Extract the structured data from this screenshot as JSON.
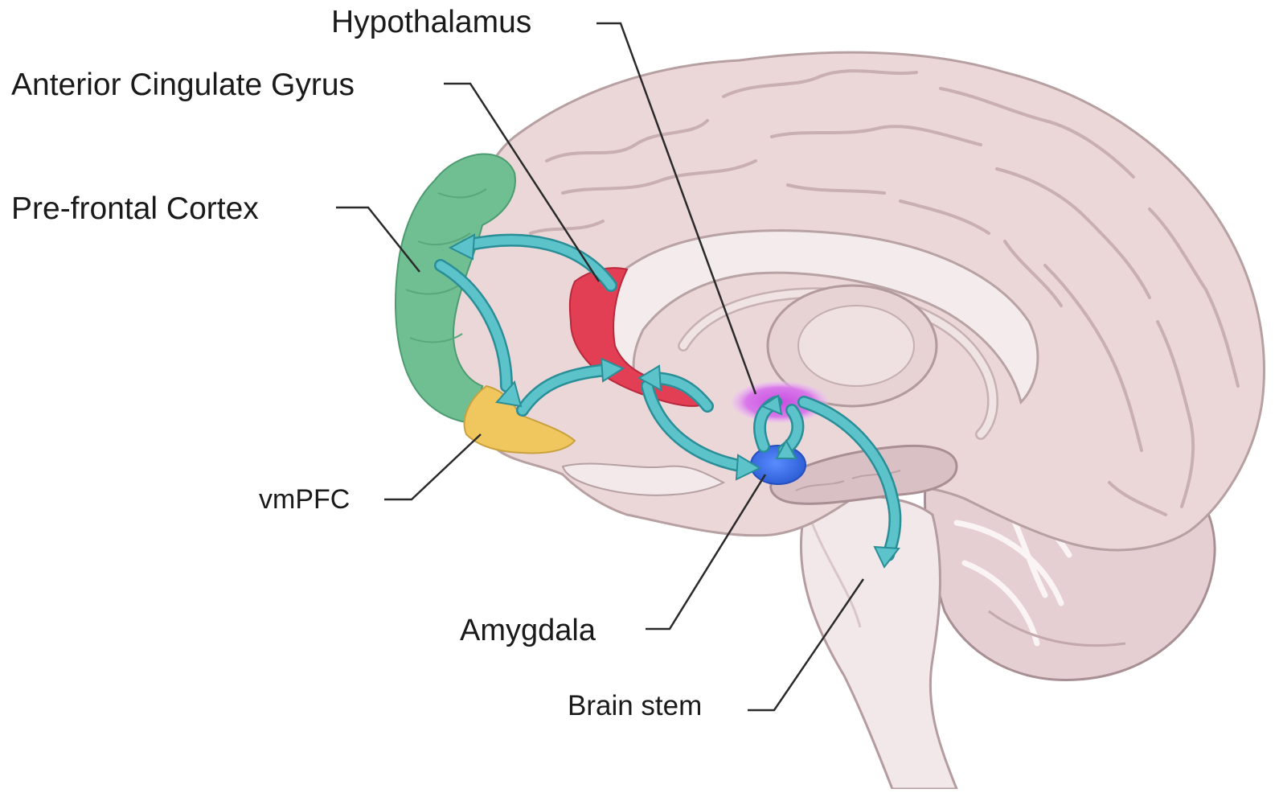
{
  "labels": {
    "hypothalamus": "Hypothalamus",
    "anterior_cingulate_gyrus": "Anterior Cingulate Gyrus",
    "prefrontal_cortex": "Pre-frontal Cortex",
    "vmpfc": "vmPFC",
    "amygdala": "Amygdala",
    "brain_stem": "Brain stem"
  },
  "colors": {
    "brain": "#ecd7d8",
    "brain_outline": "#b7a0a2",
    "prefrontal_cortex": "#6fbf92",
    "vmpfc": "#f0c75e",
    "anterior_cingulate_gyrus": "#e23f55",
    "hypothalamus": "#cc5ce0",
    "amygdala": "#3f72e8",
    "pathway_arrows": "#5cc3cb",
    "leader_lines": "#2a2a2a"
  }
}
